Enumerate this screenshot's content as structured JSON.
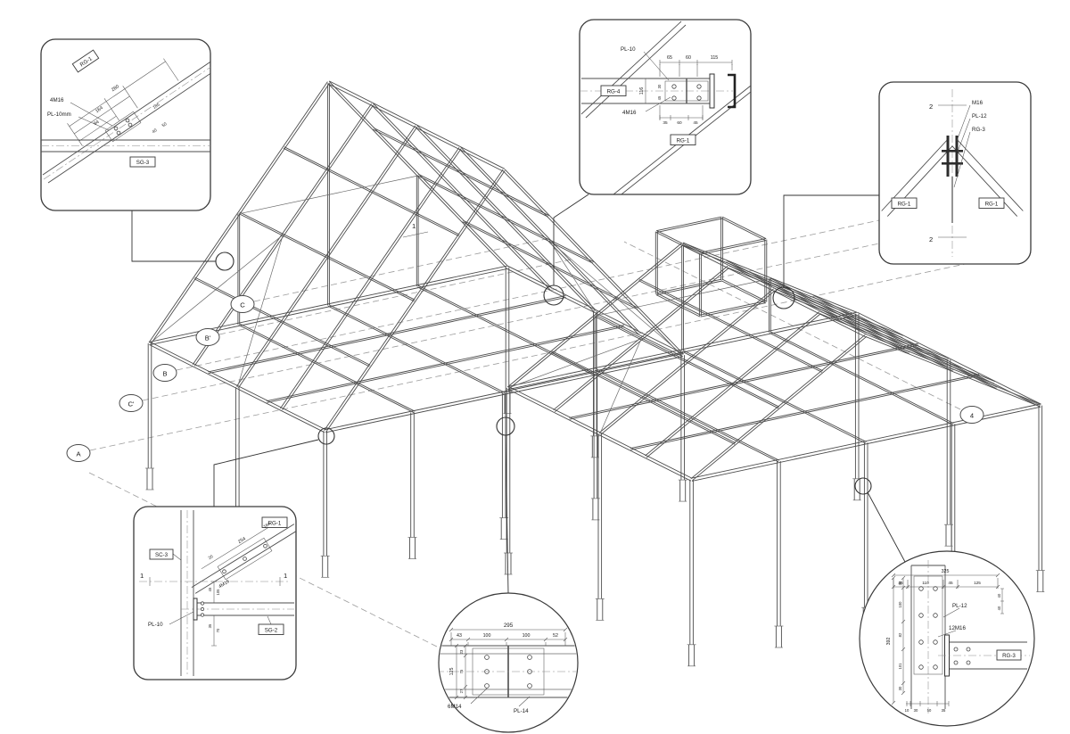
{
  "grid_markers": {
    "a": "A",
    "b": "B",
    "b_prime": "B'",
    "c": "C",
    "c_prime": "C'",
    "axis4": "4"
  },
  "model": {
    "section_marker": "1"
  },
  "details": {
    "top_left": {
      "member_tag": "RG-1",
      "bolt_label": "4M16",
      "plate_label": "PL-10mm",
      "beam_tag": "SG-3",
      "dim_164": "164",
      "dim_94": "94",
      "dim_280": "280",
      "dim_185": "185",
      "dim_40": "40",
      "dim_50": "50"
    },
    "top_center": {
      "plate_label": "PL-10",
      "member_tag": "RG-4",
      "bolt_label": "4M16",
      "rafter_tag": "RG-1",
      "dim_65": "65",
      "dim_60": "60",
      "dim_115": "115",
      "dim_116": "116",
      "dim_30": "30",
      "dim_45": "45",
      "dim_35": "35",
      "dim_60b": "60",
      "dim_45b": "45"
    },
    "top_right": {
      "section_top": "2",
      "section_bottom": "2",
      "bolt_label": "M16",
      "plate_label": "PL-12",
      "tie_tag": "RG-3",
      "left_member_tag": "RG-1",
      "right_member_tag": "RG-1"
    },
    "bottom_left": {
      "member_tag": "RG-1",
      "bolt_label": "4M16",
      "column_tag": "SC-3",
      "plate_label": "PL-10",
      "beam_tag": "SG-2",
      "section_left": "1",
      "section_right": "1",
      "dim_20": "20",
      "dim_254": "254",
      "dim_164": "164",
      "dim_45": "45",
      "dim_105": "105",
      "dim_35": "35",
      "dim_70": "70"
    },
    "bottom_center": {
      "bolt_label": "6M14",
      "plate_label": "PL-14",
      "dim_295": "295",
      "dim_43": "43",
      "dim_100a": "100",
      "dim_100b": "100",
      "dim_52": "52",
      "dim_125": "125",
      "dim_23": "23",
      "dim_75": "75",
      "dim_27": "27"
    },
    "bottom_right": {
      "plate_label": "PL-12",
      "bolt_label": "12M16",
      "beam_tag": "RG-3",
      "dim_325": "325",
      "dim_45a": "45",
      "dim_110": "110",
      "dim_45b": "45",
      "dim_125": "125",
      "dim_40a": "40",
      "dim_40b": "40",
      "dim_392": "392",
      "dim_30a": "30",
      "dim_100": "100",
      "dim_82": "82",
      "dim_101": "101",
      "dim_30b": "30",
      "dim_10": "10",
      "dim_30c": "30",
      "dim_50": "50",
      "dim_35": "35"
    }
  }
}
